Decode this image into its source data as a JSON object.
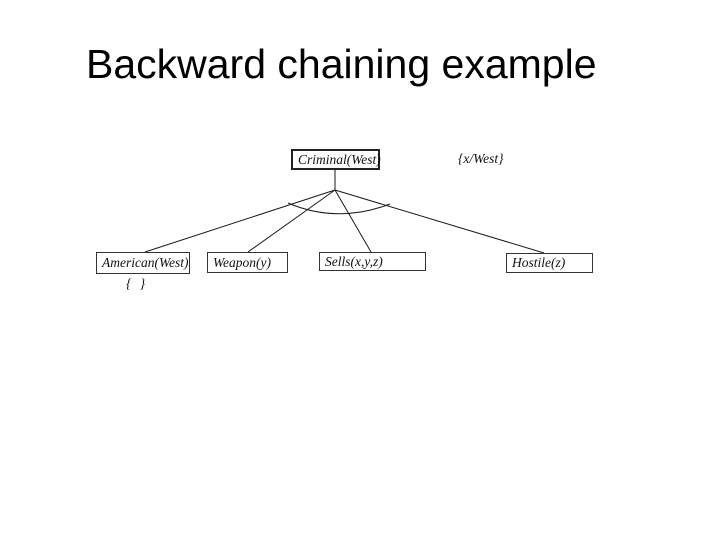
{
  "slide": {
    "title": "Backward chaining example",
    "background_color": "#ffffff",
    "title_color": "#000000"
  },
  "diagram": {
    "type": "proof-tree",
    "root": {
      "label": "Criminal(West)",
      "substitution": "{x/West}"
    },
    "goals": [
      {
        "label": "American(West)",
        "substitution": "{ }"
      },
      {
        "label": "Weapon(y)"
      },
      {
        "label": "Sells(x,y,z)"
      },
      {
        "label": "Hostile(z)"
      }
    ],
    "connector_icon": "and-arc-icon",
    "colors": {
      "line": "#1a1a1a",
      "box_border": "#333333",
      "text": "#111111"
    }
  }
}
